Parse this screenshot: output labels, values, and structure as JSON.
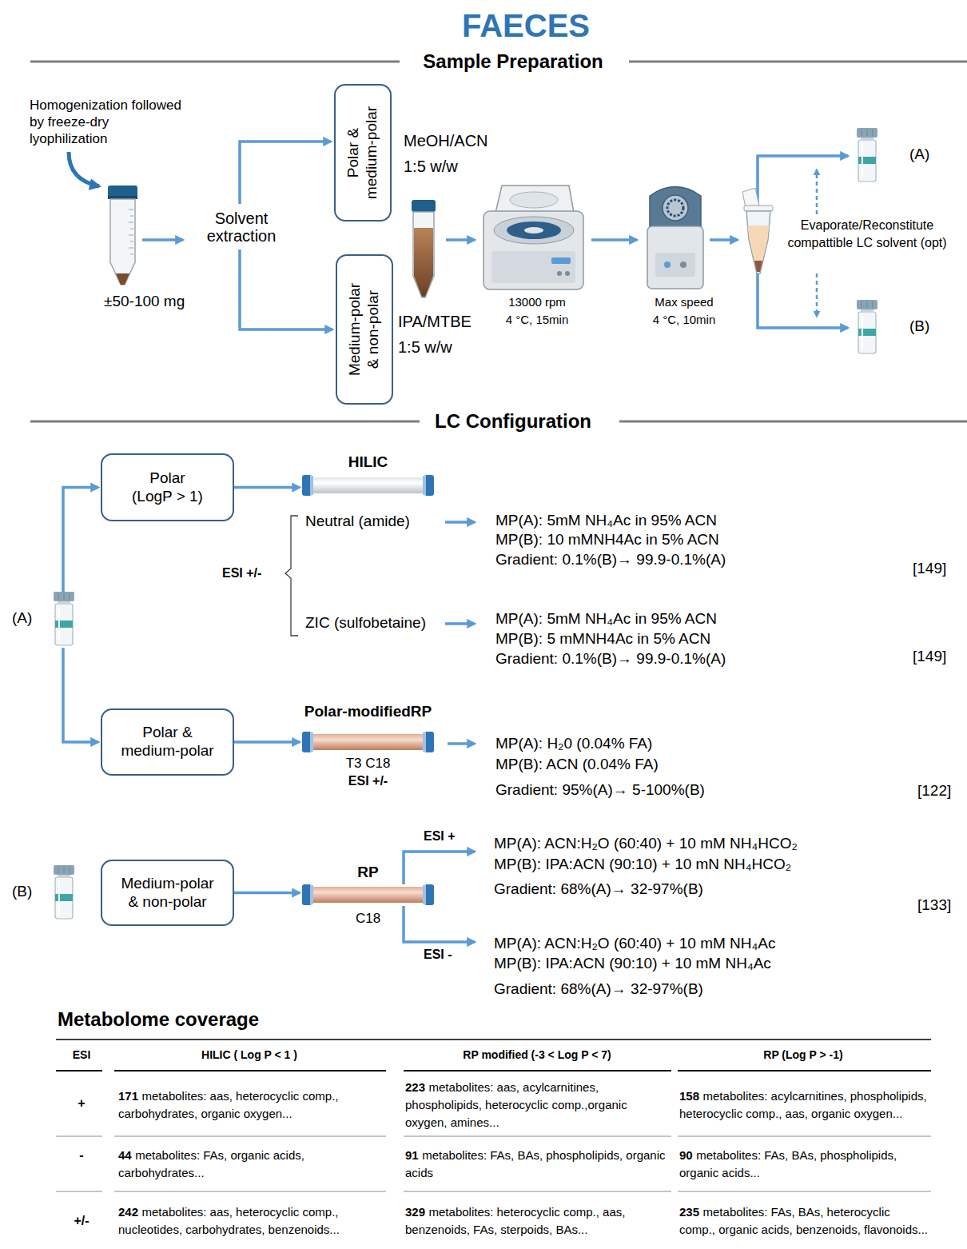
{
  "diagram": {
    "title": "FAECES",
    "nodes": [
      {
        "text": [
          "Polar & medium-polar"
        ]
      },
      {
        "text": [
          "Medium-polar & non-polar"
        ]
      },
      {
        "text": [
          "(A)"
        ]
      },
      {
        "text": [
          "(B)"
        ]
      },
      {
        "text": [
          "Polar (LogP > 1)"
        ]
      },
      {
        "text": [
          "HILIC"
        ]
      },
      {
        "text": [
          "(A)"
        ]
      },
      {
        "text": [
          "Polar & medium-polar"
        ]
      },
      {
        "text": [
          "Polar-modifiedRP",
          "T3 C18",
          "ESI +/-"
        ]
      },
      {
        "text": [
          "(B)"
        ]
      },
      {
        "text": [
          "Medium-polar & non-polar"
        ]
      },
      {
        "text": [
          "RP",
          "C18"
        ]
      }
    ],
    "edges": [
      {
        "from": 6,
        "to": 4,
        "arrow": "to"
      },
      {
        "from": 6,
        "to": 7,
        "arrow": "to"
      },
      {
        "from": 4,
        "to": 5,
        "arrow": "to"
      },
      {
        "from": 7,
        "to": 8,
        "arrow": "to"
      },
      {
        "from": 10,
        "to": 11,
        "arrow": "to"
      }
    ],
    "labels": [
      "Sample Preparation",
      "Homogenization followed by freeze-dry lyophilization",
      "±50-100 mg",
      "Solvent extraction",
      "MeOH/ACN 1:5 w/w",
      "IPA/MTBE 1:5 w/w",
      "13000 rpm 4 °C, 15min",
      "Max speed 4 °C, 10min",
      "Evaporate/Reconstitute compattible LC solvent (opt)",
      "LC Configuration",
      "ESI +/-",
      "Neutral (amide)",
      "MP(A): 5mM NH₄Ac in 95% ACN",
      "MP(B): 10 mMNH4Ac in 5% ACN",
      "Gradient: 0.1%(B)→ 99.9-0.1%(A)",
      "[149]",
      "ZIC (sulfobetaine)",
      "MP(A): 5mM NH₄Ac in 95% ACN",
      "MP(B): 5 mMNH4Ac in 5% ACN",
      "Gradient: 0.1%(B)→ 99.9-0.1%(A)",
      "[149]",
      "MP(A): H₂0 (0.04% FA)",
      "MP(B): ACN (0.04% FA)",
      "Gradient: 95%(A)→ 5-100%(B)",
      "[122]",
      "ESI +",
      "MP(A): ACN:H₂O (60:40) + 10 mM NH₄HCO₂",
      "MP(B): IPA:ACN (90:10) + 10 mN NH₄HCO₂",
      "Gradient: 68%(A)→ 32-97%(B)",
      "[133]",
      "ESI -",
      "MP(A): ACN:H₂O (60:40) + 10 mM NH₄Ac",
      "MP(B): IPA:ACN (90:10) + 10 mM NH₄Ac",
      "Gradient: 68%(A)→ 32-97%(B)",
      "Metabolome coverage",
      "ESI",
      "HILIC ( Log P < 1 )",
      "RP modified (-3 < Log P < 7)",
      "RP (Log P > -1)",
      "+",
      "171",
      "metabolites: aas, heterocyclic comp., carbohydrates, organic oxygen...",
      "223",
      "metabolites: aas, acylcarnitines, phospholipids, heterocyclic comp.,organic oxygen, amines...",
      "158",
      "metabolites: acylcarnitines, phospholipids, heterocyclic comp., aas, organic oxygen...",
      "-",
      "44",
      "metabolites: FAs, organic acids, carbohydrates...",
      "91",
      "metabolites: FAs, BAs, phospholipids, organic acids",
      "90",
      "metabolites: FAs, BAs, phospholipids, organic acids...",
      "+/-",
      "242",
      "metabolites: aas, heterocyclic comp., nucleotides, carbohydrates, benzenoids...",
      "329",
      "metabolites: heterocyclic comp., aas, benzenoids, FAs, sterpoids, BAs...",
      "235",
      "metabolites: FAs, BAs, heterocyclic comp., organic acids, benzenoids, flavonoids..."
    ]
  }
}
